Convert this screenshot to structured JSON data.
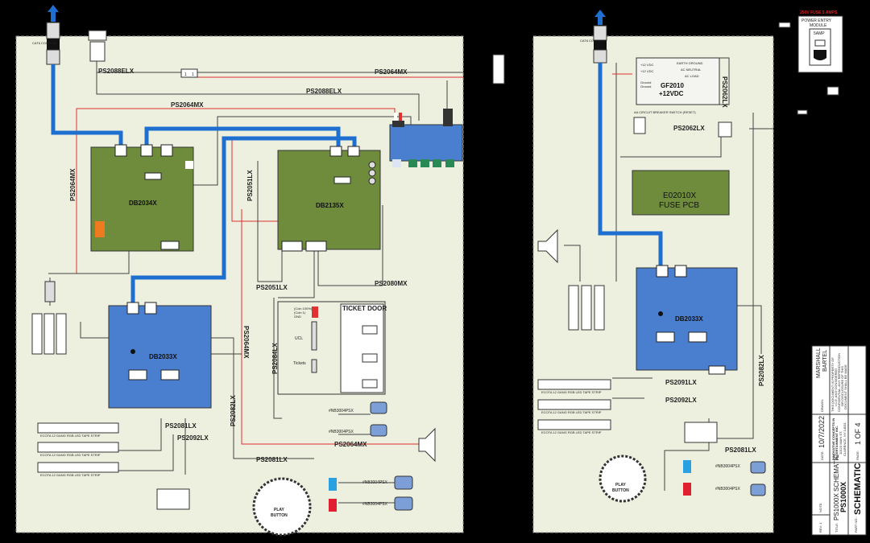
{
  "colors": {
    "background": "#000000",
    "panel": "#edf0df",
    "green_board": "#6e8c3c",
    "blue_board": "#4a7fd0",
    "cable": "#1f6fd1",
    "red_wire": "#e03030"
  },
  "left_panel": {
    "coupler_label": "CAT6 COUPLER",
    "cables": [
      "PS2088ELX",
      "PS2064MX",
      "PS2088ELX",
      "PS2064MX",
      "PS2064MX",
      "PS2051LX",
      "PS2051LX",
      "PS2080MX",
      "PS2064MX",
      "PS2084LX",
      "PS2081LX",
      "PS2092LX",
      "PS2082LX",
      "PS2064MX",
      "PS2081LX"
    ],
    "boards": {
      "db2034x": "DB2034X",
      "db2135x": "DB2135X",
      "db2033x": "DB2033X"
    },
    "ticket_door": {
      "title": "TICKET DOOR",
      "ucl": "UCL",
      "tickets": "Tickets",
      "rows": [
        "(Coin 100%)",
        "(Coin 1)",
        "GND"
      ]
    },
    "led_strip_label": "ECOTA 12 GANG RGB LED TAPE STRIP",
    "play_button": {
      "line1": "PLAY",
      "line2": "BUTTON"
    },
    "motors": [
      "#NB3004PSX",
      "#NB3004PSX",
      "#NB3004PSX",
      "#NB3004PSX"
    ],
    "jumper": "1",
    "jumper2": "1"
  },
  "right_panel": {
    "coupler_label": "CAT6 COUPLER",
    "power_supply": {
      "name": "GF2010",
      "voltage": "+12VDC",
      "pins": [
        "EARTH GROUND",
        "AC NEUTRAL",
        "AC LOAD"
      ],
      "inputs": [
        "+12 VDC",
        "+12 VDC",
        "Ground",
        "Ground"
      ]
    },
    "breaker_label": "AA CIRCUIT BREAKER SWITCH (RESET)",
    "fuse_pcb": {
      "name": "E02010X",
      "sub": "FUSE PCB"
    },
    "board": "DB2033X",
    "cables": [
      "PS2062LX",
      "PS2062LX",
      "PS2091LX",
      "PS2092LX",
      "PS2082LX",
      "PS2081LX"
    ],
    "motors": [
      "#NB3004PSX",
      "#NB3004PSX"
    ],
    "led_strip_label": "ECOTA 12 GANG RGB LED TAPE STRIP",
    "play_button": {
      "line1": "PLAY",
      "line2": "BUTTON"
    }
  },
  "power_entry": {
    "fuse_note": "250V FUSE 5 AMPS",
    "title_line1": "POWER ENTRY",
    "title_line2": "MODULE",
    "amp": "5AMP"
  },
  "title_block": {
    "rev_label": "REV: 1",
    "note_label": "NOTE:",
    "date_label": "DATE:",
    "date": "10/7/2022",
    "drawn_label": "DRAWN:",
    "drawn_line1": "MARSHALL",
    "drawn_line2": "BARTEL",
    "title_label": "TITLE:",
    "title": "PS1000X SCHEMATIC",
    "title_big": "PS1000X",
    "company": [
      "INNOVATIVE CONCEPTS IN",
      "ENTERTAINMENT INC.",
      "10123 MAIN ST.",
      "CLARENCE, NY 14031"
    ],
    "notice": [
      "THIS DOCUMENT IS PROPERTY OF",
      "I.C.E. AND CONSIDERED",
      "CONFIDENTIAL. ANY REPRODUCTION",
      "OR DISCLOSURE OF THIS",
      "DOCUMENT SHALL BE MADE"
    ],
    "part_label": "PART NO.:",
    "part": "SCHEMATIC",
    "page_label": "PAGE:",
    "page": "1 OF 4"
  }
}
